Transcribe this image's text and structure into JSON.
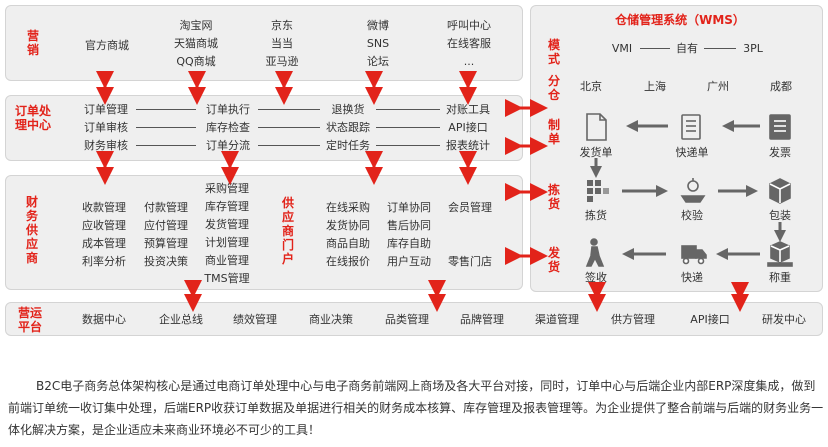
{
  "marketing": {
    "label": "营销",
    "col1": [
      "官方商城"
    ],
    "col2": [
      "淘宝网",
      "天猫商城",
      "QQ商城"
    ],
    "col3": [
      "京东",
      "当当",
      "亚马逊"
    ],
    "col4": [
      "微博",
      "SNS",
      "论坛"
    ],
    "col5": [
      "呼叫中心",
      "在线客服",
      "..."
    ]
  },
  "order": {
    "label": "订单处理中心",
    "col1": [
      "订单管理",
      "订单审核",
      "财务审核"
    ],
    "col2": [
      "订单执行",
      "库存检查",
      "订单分流"
    ],
    "col3": [
      "退换货",
      "状态跟踪",
      "定时任务"
    ],
    "col4": [
      "对账工具",
      "API接口",
      "报表统计"
    ]
  },
  "finance": {
    "label": "财务供应商",
    "col1": [
      "收款管理",
      "应收管理",
      "成本管理",
      "利率分析"
    ],
    "col2": [
      "付款管理",
      "应付管理",
      "预算管理",
      "投资决策"
    ],
    "col3": [
      "采购管理",
      "库存管理",
      "发货管理",
      "计划管理",
      "商业管理",
      "TMS管理"
    ]
  },
  "supplier_portal": {
    "label": "供应商门户",
    "col1": [
      "在线采购",
      "发货协同",
      "商品自助",
      "在线报价"
    ],
    "col2": [
      "订单协同",
      "售后协同",
      "库存自助",
      "用户互动"
    ],
    "col3": [
      "会员管理",
      "零售门店"
    ]
  },
  "operation": {
    "label": "营运平台",
    "items": [
      "数据中心",
      "企业总线",
      "绩效管理",
      "商业决策",
      "品类管理",
      "品牌管理",
      "渠道管理",
      "供方管理",
      "API接口",
      "研发中心"
    ]
  },
  "wms": {
    "title": "仓储管理系统（WMS）",
    "mode_label": "模式",
    "modes": [
      "VMI",
      "自有",
      "3PL"
    ],
    "warehouse_label": "分仓",
    "warehouses": [
      "北京",
      "上海",
      "广州",
      "成都"
    ],
    "stage_labels": [
      "制单",
      "拣货",
      "发货"
    ],
    "steps": {
      "ship_doc": "发货单",
      "express_doc": "快递单",
      "invoice": "发票",
      "pick": "拣货",
      "check": "校验",
      "pack": "包装",
      "sign": "签收",
      "express": "快递",
      "weigh": "称重"
    }
  },
  "caption": "B2C电子商务总体架构核心是通过电商订单处理中心与电子商务前端网上商场及各大平台对接，同时，订单中心与后端企业内部ERP深度集成，做到前端订单统一收订集中处理，后端ERP收获订单数据及单据进行相关的财务成本核算、库存管理及报表管理等。为企业提供了整合前端与后端的财务业务一体化解决方案，是企业适应未来商业环境必不可少的工具！",
  "colors": {
    "accent": "#e2231a",
    "panel": "#efefef",
    "border": "#d4d4d4",
    "icon": "#666666"
  }
}
